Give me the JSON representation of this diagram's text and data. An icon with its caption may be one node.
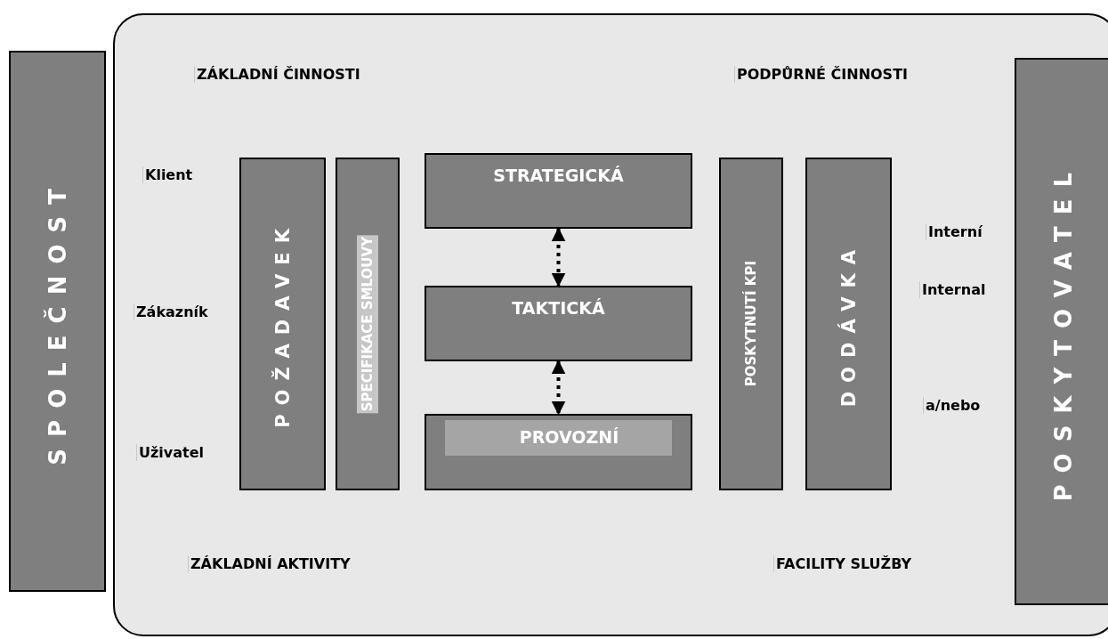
{
  "diagram": {
    "nodes": [
      {
        "text": [
          "SPOLEČNOST"
        ]
      },
      {
        "text": [],
        "shape": "box"
      },
      {
        "text": [
          "POŽADAVEK"
        ],
        "in": 1
      },
      {
        "text": [
          "SPECIFIKACE SMLOUVY"
        ],
        "in": 1
      },
      {
        "text": [
          "STRATEGICKÁ"
        ],
        "in": 1
      },
      {
        "text": [
          "TAKTICKÁ"
        ],
        "in": 1
      },
      {
        "text": [
          "PROVOZNÍ"
        ],
        "in": 1
      },
      {
        "text": [
          "POSKYTNUTÍ KPI"
        ],
        "in": 1
      },
      {
        "text": [
          "DODÁVKA"
        ],
        "in": 1
      },
      {
        "text": [
          "POSKYTOVATEL"
        ],
        "in": 1
      }
    ],
    "edges": [
      {
        "from": 4,
        "to": 5,
        "arrow": "both",
        "style": "dashed"
      },
      {
        "from": 5,
        "to": 6,
        "arrow": "both",
        "style": "dashed"
      }
    ],
    "labels": [
      "ZÁKLADNÍ ČINNOSTI",
      "PODPŮRNÉ ČINNOSTI",
      "Klient",
      "Interní",
      "Zákazník",
      "Internal",
      "a/nebo",
      "Uživatel",
      "ZÁKLADNÍ AKTIVITY",
      "FACILITY SLUŽBY"
    ]
  }
}
